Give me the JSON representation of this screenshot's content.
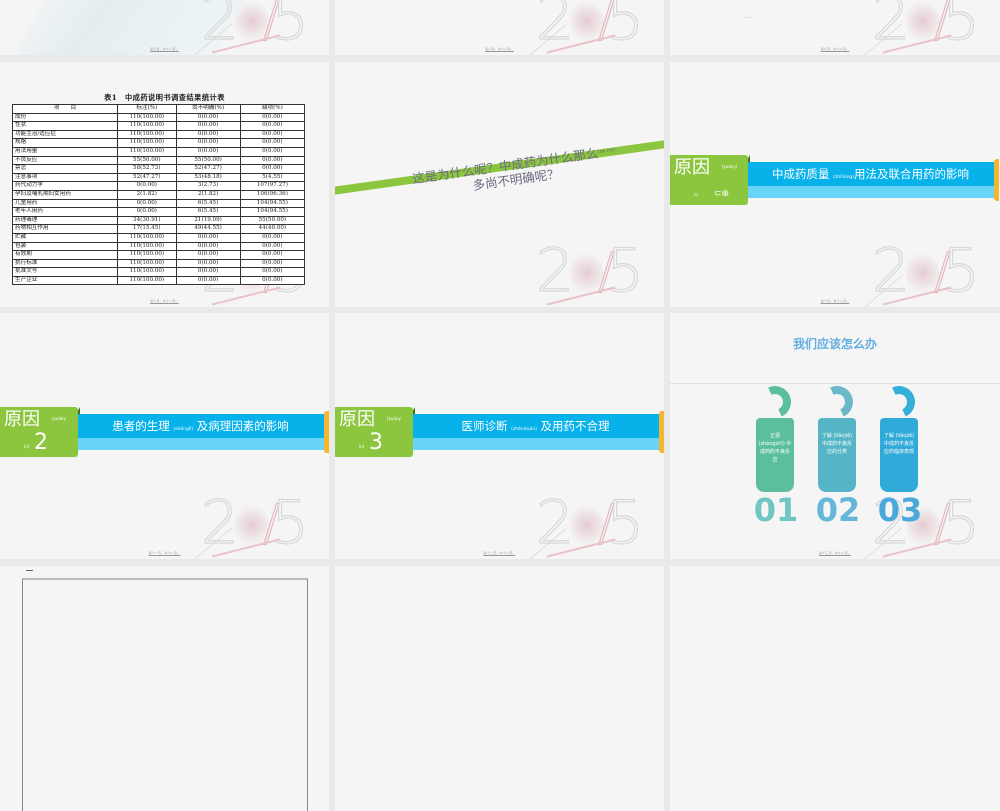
{
  "slides": [
    {
      "index": 1,
      "footer": "第七页，共十八页。",
      "watermark": "2015"
    },
    {
      "index": 2,
      "footer": "第八页，共十八页。",
      "watermark": "2015"
    },
    {
      "index": 3,
      "footer": "第九页，共十八页。",
      "watermark": "2015",
      "tiny_text": "—— —"
    },
    {
      "index": 4,
      "footer": "第十页，共十八页。",
      "table": {
        "title": "表1　中成药说明书调查结果统计表",
        "headers": [
          "项　　目",
          "标注(%)",
          "尚不明确(%)",
          "缺项(%)"
        ],
        "rows": [
          [
            "成份",
            "110(100.00)",
            "0(0.00)",
            "0(0.00)"
          ],
          [
            "性状",
            "110(100.00)",
            "0(0.00)",
            "0(0.00)"
          ],
          [
            "功能主治/适应症",
            "110(100.00)",
            "0(0.00)",
            "0(0.00)"
          ],
          [
            "规格",
            "110(100.00)",
            "0(0.00)",
            "0(0.00)"
          ],
          [
            "用法用量",
            "110(100.00)",
            "0(0.00)",
            "0(0.00)"
          ],
          [
            "不良反应",
            "55(50.00)",
            "55(50.00)",
            "0(0.00)"
          ],
          [
            "禁忌",
            "58(52.73)",
            "52(47.27)",
            "0(0.00)"
          ],
          [
            "注意事项",
            "52(47.27)",
            "53(48.18)",
            "5(4.55)"
          ],
          [
            "药代动力学",
            "0(0.00)",
            "3(2.73)",
            "107(97.27)"
          ],
          [
            "孕妇及哺乳期妇女用药",
            "2(1.82)",
            "2(1.82)",
            "106(96.36)"
          ],
          [
            "儿童用药",
            "0(0.00)",
            "6(5.45)",
            "104(94.55)"
          ],
          [
            "老年人用药",
            "0(0.00)",
            "6(5.45)",
            "104(94.55)"
          ],
          [
            "药理毒理",
            "34(30.91)",
            "21(19.09)",
            "55(50.00)"
          ],
          [
            "药物相互作用",
            "17(15.45)",
            "49(44.55)",
            "44(40.00)"
          ],
          [
            "贮藏",
            "110(100.00)",
            "0(0.00)",
            "0(0.00)"
          ],
          [
            "包装",
            "110(100.00)",
            "0(0.00)",
            "0(0.00)"
          ],
          [
            "有效期",
            "110(100.00)",
            "0(0.00)",
            "0(0.00)"
          ],
          [
            "执行标准",
            "110(100.00)",
            "0(0.00)",
            "0(0.00)"
          ],
          [
            "批准文号",
            "110(100.00)",
            "0(0.00)",
            "0(0.00)"
          ],
          [
            "生产企业",
            "110(100.00)",
            "0(0.00)",
            "0(0.00)"
          ]
        ]
      }
    },
    {
      "index": 5,
      "question_line1": "这是为什么呢？中成药为什么那么",
      "question_pinyin": "(nà me)",
      "question_line2": "多尚不明确呢？",
      "accent": "#8cc63f"
    },
    {
      "index": 6,
      "footer": "第十页，共十八页。",
      "label": "原因",
      "label_pinyin_a": "(yuányī",
      "label_pinyin_b": "n)",
      "icon": "link-icon",
      "icon_glyph": "⊂⊕",
      "heading_a": "中成药质量",
      "heading_pinyin": "(zhìliàng)",
      "heading_b": "用法及联合用药的影响"
    },
    {
      "index": 7,
      "footer": "第十一页，共十八页。",
      "label": "原因",
      "label_pinyin_a": "(yuány",
      "label_pinyin_b": "īn)",
      "number": "2",
      "heading_a": "患者的生理",
      "heading_pinyin": "(shēnglǐ)",
      "heading_b": "及病理因素的影响"
    },
    {
      "index": 8,
      "footer": "第十二页，共十八页。",
      "label": "原因",
      "label_pinyin_a": "(yuány",
      "label_pinyin_b": "īn)",
      "number": "3",
      "heading_a": "医师诊断",
      "heading_pinyin": "(zhěnduàn)",
      "heading_b": "及用药不合理"
    },
    {
      "index": 9,
      "footer": "第十三页，共十八页。",
      "title": "我们应该怎么办",
      "tags": [
        {
          "number": "01",
          "text": "正视 (zhèngshì) 中成药的不良反应",
          "color": "#5bbf9c"
        },
        {
          "number": "02",
          "text": "了解 (liǎojiě) 中成药不良反应的分类",
          "color": "#55b5c6"
        },
        {
          "number": "03",
          "text": "了解 (liǎojiě) 中成药不良反应的临床表现",
          "color": "#30aad8"
        }
      ]
    },
    {
      "index": 10,
      "mark": "—"
    },
    {
      "index": 11
    },
    {
      "index": 12
    }
  ],
  "colors": {
    "green": "#8cc63f",
    "blue": "#07b1ea",
    "light_blue": "#67d4f8",
    "gold": "#f5b52c",
    "title_blue": "#61aee0"
  }
}
